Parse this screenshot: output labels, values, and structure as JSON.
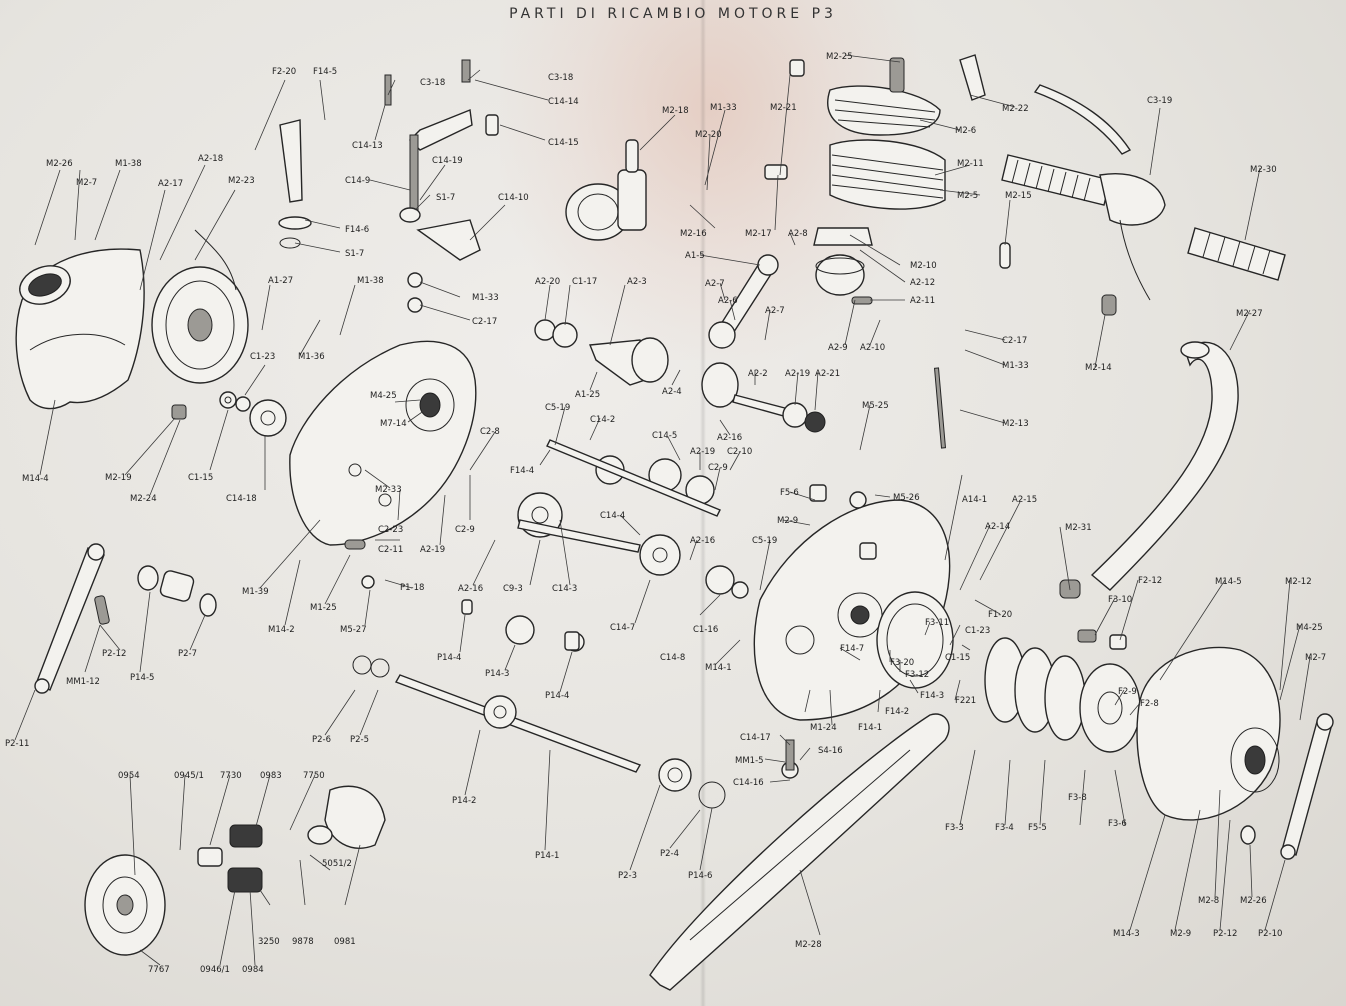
{
  "title": "PARTI DI RICAMBIO MOTORE P3",
  "labels": [
    "F2-20",
    "F14-5",
    "C3-18",
    "C3-18",
    "C14-14",
    "C14-13",
    "C14-15",
    "M2-26",
    "M2-7",
    "M1-38",
    "A2-18",
    "A2-17",
    "M2-23",
    "C14-19",
    "C14-9",
    "S1-7",
    "C14-10",
    "F14-6",
    "S1-7",
    "M1-33",
    "C2-17",
    "A1-27",
    "M1-38",
    "M1-36",
    "C1-23",
    "C1-15",
    "C14-18",
    "M2-19",
    "M2-24",
    "M14-4",
    "M4-25",
    "M7-14",
    "C2-8",
    "M2-33",
    "C2-23",
    "C2-9",
    "C2-11",
    "A2-19",
    "M1-39",
    "M14-2",
    "M1-25",
    "P1-18",
    "M5-27",
    "A2-16",
    "C9-3",
    "C14-3",
    "P14-4",
    "P14-3",
    "P14-4",
    "C14-7",
    "P2-12",
    "MM1-12",
    "P14-5",
    "P2-7",
    "P2-11",
    "P2-6",
    "P2-5",
    "0954",
    "0945/1",
    "7730",
    "0983",
    "7750",
    "5051/2",
    "7767",
    "0946/1",
    "0984",
    "3250",
    "9878",
    "0981",
    "P14-2",
    "P14-1",
    "P2-3",
    "P2-4",
    "P14-6",
    "M2-18",
    "M1-33",
    "M2-20",
    "M2-16",
    "A2-20",
    "C1-17",
    "A2-3",
    "A1-25",
    "A2-4",
    "A1-5",
    "A2-7",
    "A2-6",
    "A2-7",
    "A2-2",
    "A2-19",
    "A2-21",
    "A2-16",
    "C5-19",
    "C14-2",
    "F14-4",
    "C14-5",
    "A2-19",
    "C2-10",
    "C2-9",
    "C14-4",
    "A2-16",
    "C14-8",
    "C1-16",
    "C5-19",
    "M14-1",
    "M2-21",
    "M2-25",
    "M2-22",
    "M2-6",
    "M2-11",
    "M2-5",
    "M2-17",
    "A2-8",
    "M2-10",
    "A2-12",
    "A2-11",
    "A2-9",
    "A2-10",
    "M2-15",
    "C2-17",
    "M1-33",
    "M2-13",
    "M5-25",
    "F5-6",
    "M5-26",
    "M2-9",
    "A14-1",
    "A2-15",
    "A2-14",
    "F1-20",
    "F3-11",
    "C1-23",
    "F14-7",
    "F3-20",
    "F3-12",
    "C1-15",
    "F14-3",
    "F221",
    "F14-2",
    "F14-1",
    "M1-24",
    "C14-17",
    "S4-16",
    "MM1-5",
    "C14-16",
    "M2-28",
    "M2-31",
    "F3-10",
    "F2-12",
    "F3-3",
    "F3-4",
    "F5-5",
    "F3-8",
    "F3-6",
    "C3-19",
    "M2-30",
    "M2-14",
    "M2-27",
    "M14-5",
    "M2-12",
    "M4-25",
    "M2-7",
    "F2-9",
    "F2-8",
    "M14-3",
    "M2-9",
    "M2-8",
    "P2-12",
    "M2-26",
    "P2-10"
  ]
}
